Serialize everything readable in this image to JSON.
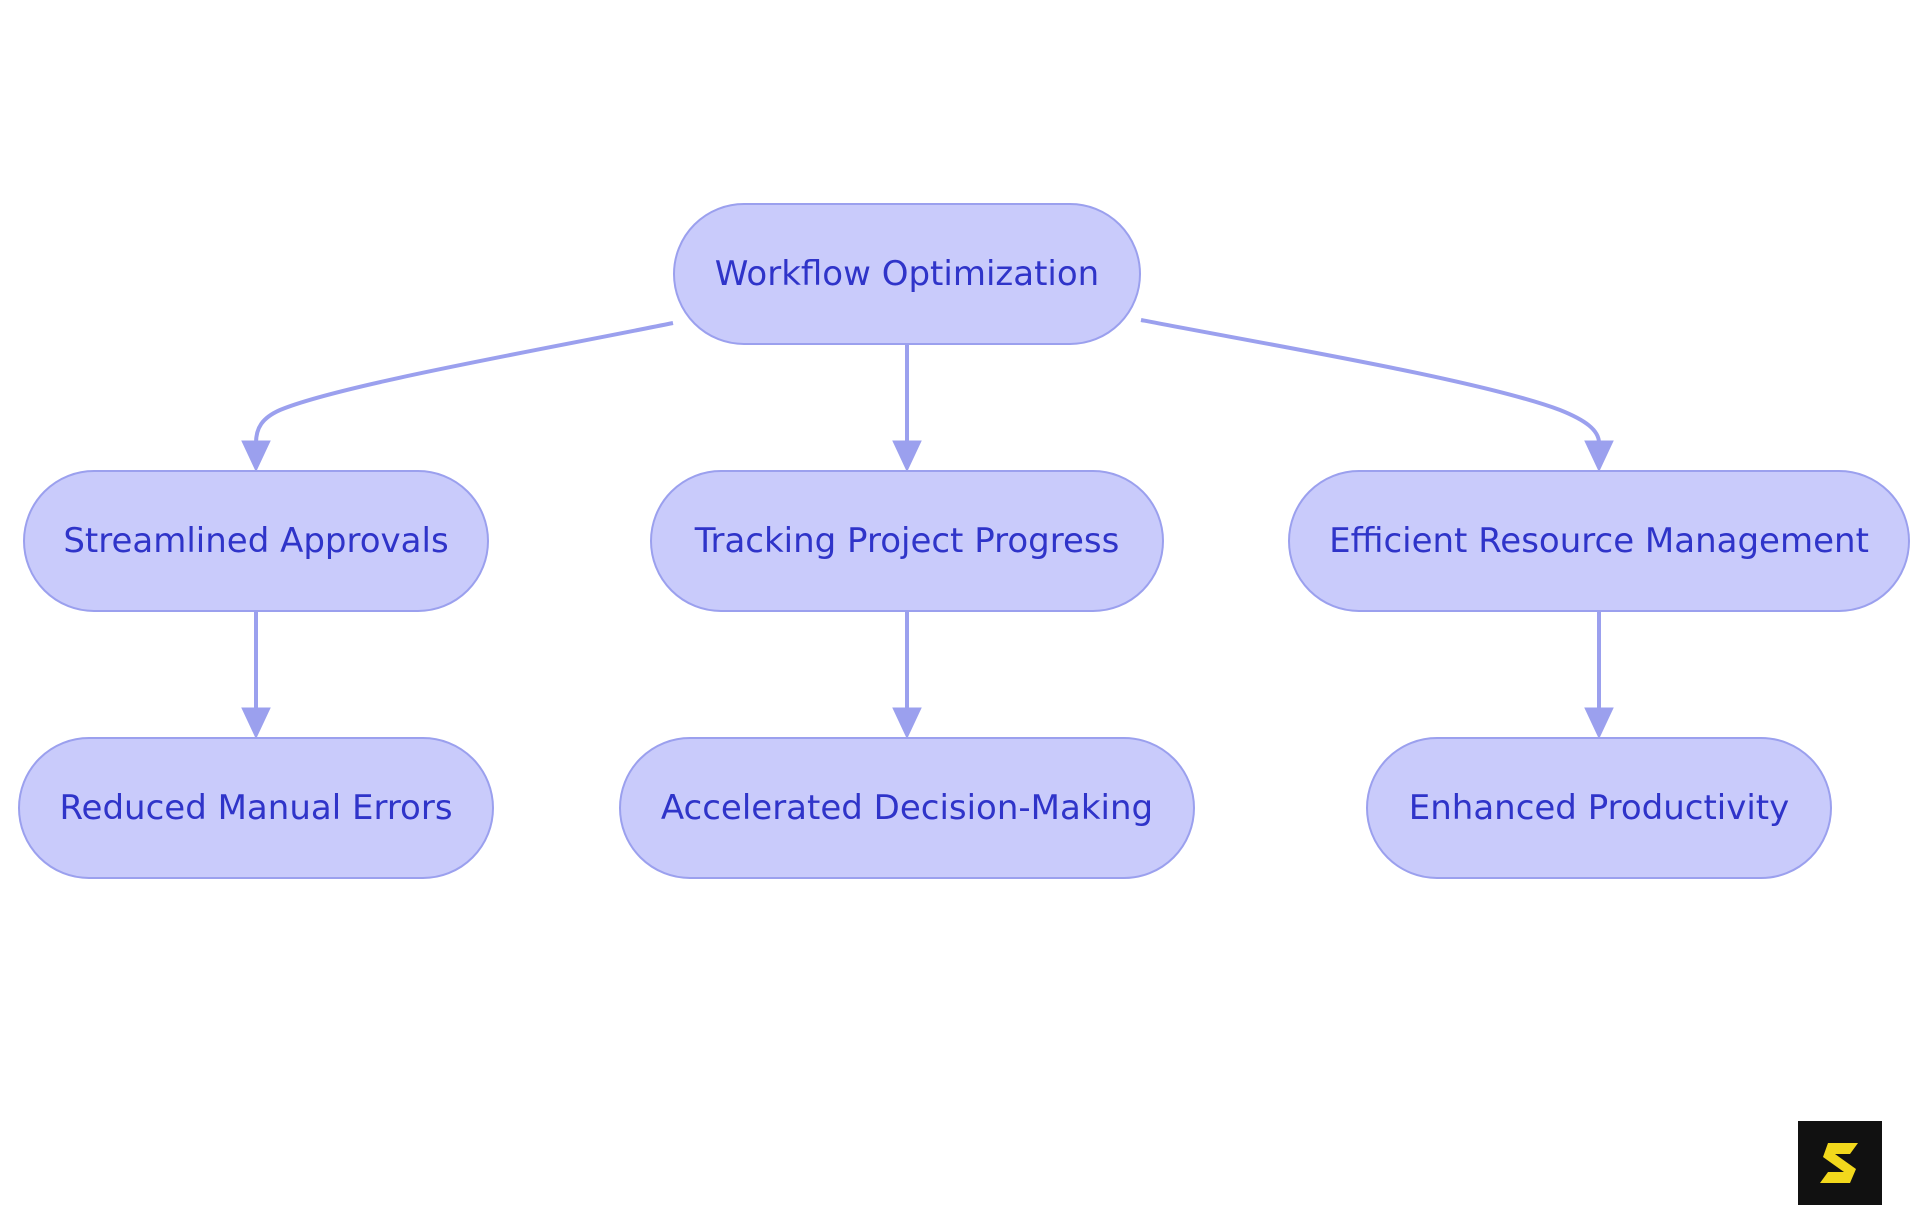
{
  "colors": {
    "node_fill": "#c9cbfb",
    "node_stroke": "#9ba0ee",
    "edge": "#9ba0ee",
    "label": "#2f34c9",
    "logo_bg": "#111111",
    "logo_mark": "#f2d81c"
  },
  "diagram": {
    "type": "flowchart",
    "nodes": [
      {
        "id": "workflow-optimization",
        "label": "Workflow Optimization"
      },
      {
        "id": "streamlined-approvals",
        "label": "Streamlined Approvals"
      },
      {
        "id": "tracking-project-progress",
        "label": "Tracking Project Progress"
      },
      {
        "id": "efficient-resource-management",
        "label": "Efficient Resource Management"
      },
      {
        "id": "reduced-manual-errors",
        "label": "Reduced Manual Errors"
      },
      {
        "id": "accelerated-decision-making",
        "label": "Accelerated Decision-Making"
      },
      {
        "id": "enhanced-productivity",
        "label": "Enhanced Productivity"
      }
    ],
    "edges": [
      {
        "from": "workflow-optimization",
        "to": "streamlined-approvals"
      },
      {
        "from": "workflow-optimization",
        "to": "tracking-project-progress"
      },
      {
        "from": "workflow-optimization",
        "to": "efficient-resource-management"
      },
      {
        "from": "streamlined-approvals",
        "to": "reduced-manual-errors"
      },
      {
        "from": "tracking-project-progress",
        "to": "accelerated-decision-making"
      },
      {
        "from": "efficient-resource-management",
        "to": "enhanced-productivity"
      }
    ]
  },
  "logo": {
    "icon": "s-brand-logo-icon"
  }
}
